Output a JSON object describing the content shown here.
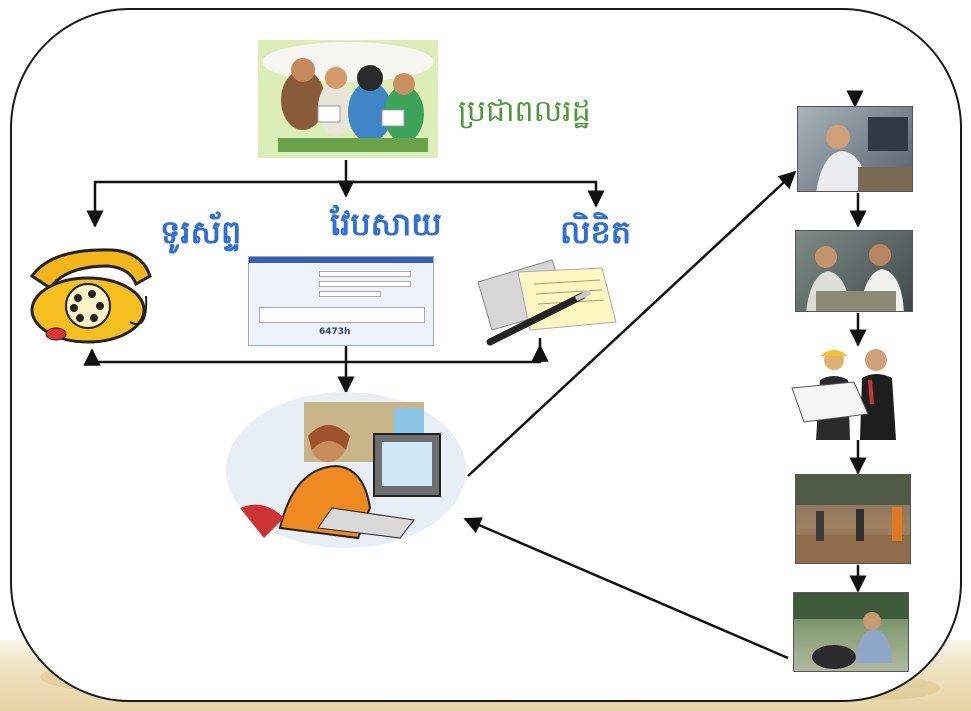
{
  "labels": {
    "citizens": "ប្រជាពលរដ្ឋ",
    "phone": "ទូរស័ព្ទ",
    "website": "វែបសាយ",
    "letter": "លិខិត"
  },
  "web_form": {
    "captcha": "6473h"
  },
  "colors": {
    "citizens_label": "#4e9a3a",
    "channel_label": "#2f6fd6",
    "arrow": "#111111"
  },
  "icons": {
    "citizens": "group-of-people-with-papers",
    "phone": "rotary-telephone",
    "website": "web-form-screenshot",
    "letter": "letter-and-pen",
    "operator": "person-at-computer",
    "process_steps": [
      "office-worker-photo",
      "desk-meeting-photo",
      "engineers-with-blueprint",
      "street-site-photo",
      "person-on-motorbike-photo"
    ]
  }
}
